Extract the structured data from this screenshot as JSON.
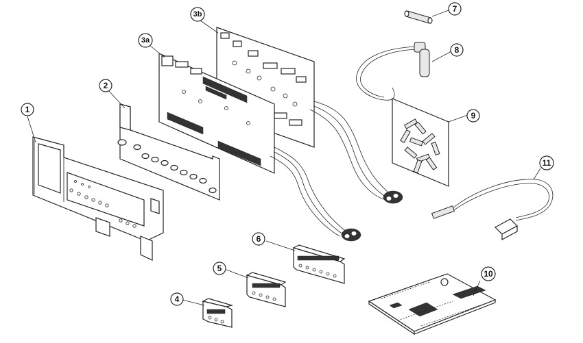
{
  "callouts": {
    "c1": "1",
    "c2": "2",
    "c3a": "3a",
    "c3b": "3b",
    "c4": "4",
    "c5": "5",
    "c6": "6",
    "c7": "7",
    "c8": "8",
    "c9": "9",
    "c10": "10",
    "c11": "11"
  }
}
